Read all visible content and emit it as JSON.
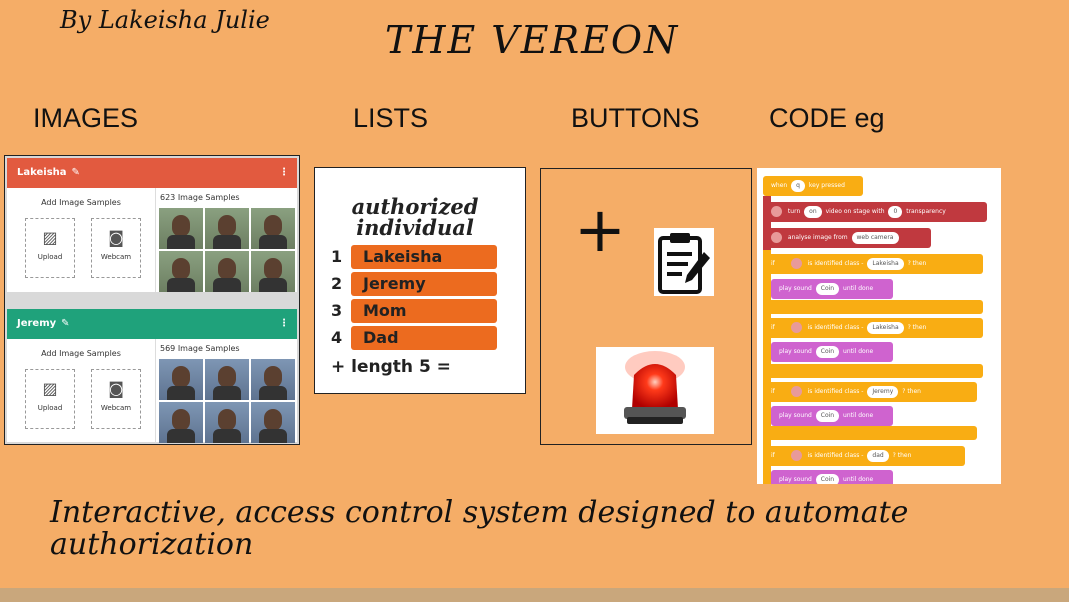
{
  "author": "By Lakeisha Julie",
  "title": "THE VEREON",
  "sections": {
    "images": "IMAGES",
    "lists": "LISTS",
    "buttons": "BUTTONS",
    "code": "CODE eg"
  },
  "images_panel": {
    "classes": [
      {
        "name": "Lakeisha",
        "header_color": "#e25a3f",
        "add_label": "Add Image Samples",
        "upload": "Upload",
        "webcam": "Webcam",
        "samples": "623 Image Samples"
      },
      {
        "name": "Jeremy",
        "header_color": "#1fa27b",
        "add_label": "Add Image Samples",
        "upload": "Upload",
        "webcam": "Webcam",
        "samples": "569 Image Samples"
      }
    ]
  },
  "list_panel": {
    "title": "authorized individual",
    "items": [
      {
        "n": "1",
        "v": "Lakeisha"
      },
      {
        "n": "2",
        "v": "Jeremy"
      },
      {
        "n": "3",
        "v": "Mom"
      },
      {
        "n": "4",
        "v": "Dad"
      }
    ],
    "length_label": "+ length 5 ="
  },
  "buttons_panel": {
    "plus": "+",
    "icons": [
      "clipboard-edit-icon",
      "alarm-siren-icon"
    ]
  },
  "code_panel": {
    "when": "when",
    "key": "q",
    "key_pressed": "key pressed",
    "turn": "turn",
    "on": "on",
    "video_on_stage": "video on stage with",
    "transparency_value": "0",
    "transparency": "transparency",
    "analyse": "analyse image from",
    "web_camera": "web camera",
    "if": "if",
    "then": "then",
    "identified": "is identified class -",
    "q": "?",
    "play_sound": "play sound",
    "coin": "Coin",
    "until_done": "until done",
    "classes": [
      "Lakeisha",
      "Lakeisha",
      "Jeremy",
      "dad"
    ]
  },
  "tagline": "Interactive, access control system designed to automate authorization",
  "colors": {
    "background": "#f5ad67",
    "list_item": "#ec6b1f",
    "scratch_event": "#f9ad13",
    "scratch_ml": "#c0393f",
    "scratch_sound": "#cf63cf"
  }
}
